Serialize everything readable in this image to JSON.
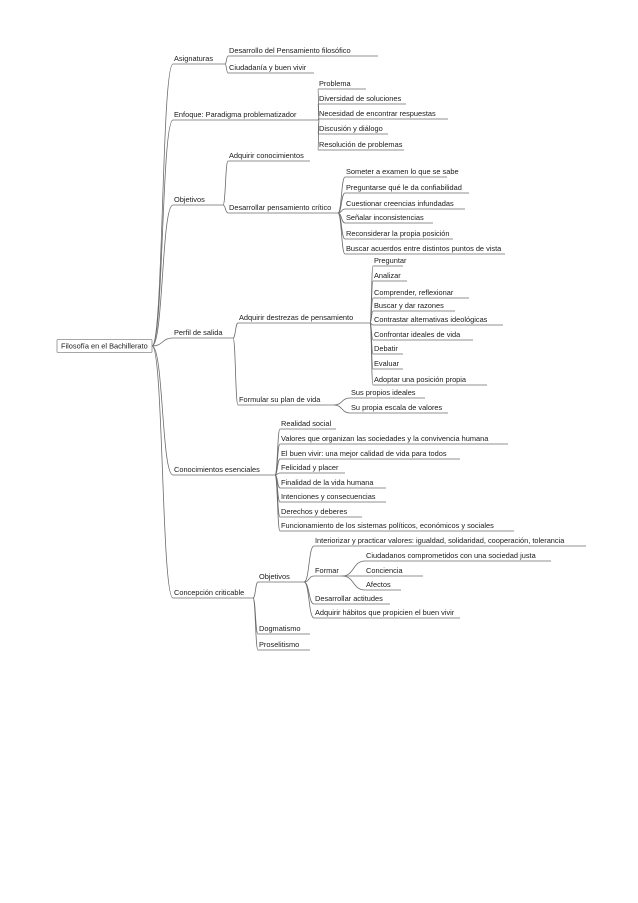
{
  "mindmap": {
    "root": "Filosofía en el Bachillerato",
    "branches": [
      {
        "label": "Asignaturas",
        "children": [
          {
            "label": "Desarrollo del Pensamiento filosófico"
          },
          {
            "label": "Ciudadanía y buen vivir"
          }
        ]
      },
      {
        "label": "Enfoque: Paradigma problematizador",
        "children": [
          {
            "label": "Problema"
          },
          {
            "label": "Diversidad de soluciones"
          },
          {
            "label": "Necesidad de encontrar respuestas"
          },
          {
            "label": "Discusión y diálogo"
          },
          {
            "label": "Resolución de problemas"
          }
        ]
      },
      {
        "label": "Objetivos",
        "children": [
          {
            "label": "Adquirir conocimientos"
          },
          {
            "label": "Desarrollar pensamiento crítico",
            "children": [
              {
                "label": "Someter a examen lo que se sabe"
              },
              {
                "label": "Preguntarse qué le da confiabilidad"
              },
              {
                "label": "Cuestionar creencias infundadas"
              },
              {
                "label": "Señalar inconsistencias"
              },
              {
                "label": "Reconsiderar la propia posición"
              },
              {
                "label": "Buscar acuerdos entre distintos puntos de vista"
              }
            ]
          }
        ]
      },
      {
        "label": "Perfil de salida",
        "children": [
          {
            "label": "Adquirir destrezas de pensamiento",
            "children": [
              {
                "label": "Preguntar"
              },
              {
                "label": "Analizar"
              },
              {
                "label": "Comprender, reflexionar"
              },
              {
                "label": "Buscar y dar razones"
              },
              {
                "label": "Contrastar alternativas ideológicas"
              },
              {
                "label": "Confrontar ideales de vida"
              },
              {
                "label": "Debatir"
              },
              {
                "label": "Evaluar"
              },
              {
                "label": "Adoptar una posición propia"
              }
            ]
          },
          {
            "label": "Formular su plan de vida",
            "children": [
              {
                "label": "Sus propios ideales"
              },
              {
                "label": "Su propia escala de valores"
              }
            ]
          }
        ]
      },
      {
        "label": "Conocimientos esenciales",
        "children": [
          {
            "label": "Realidad social"
          },
          {
            "label": "Valores que organizan las sociedades y la convivencia humana"
          },
          {
            "label": "El buen vivir: una mejor calidad de vida para todos"
          },
          {
            "label": "Felicidad y placer"
          },
          {
            "label": "Finalidad de la vida humana"
          },
          {
            "label": "Intenciones y consecuencias"
          },
          {
            "label": "Derechos y deberes"
          },
          {
            "label": "Funcionamiento de los sistemas políticos, económicos y sociales"
          }
        ]
      },
      {
        "label": "Concepción criticable",
        "children": [
          {
            "label": "Objetivos",
            "children": [
              {
                "label": "Interiorizar y practicar valores: igualdad, solidaridad, cooperación, tolerancia"
              },
              {
                "label": "Formar",
                "children": [
                  {
                    "label": "Ciudadanos comprometidos con una sociedad justa"
                  },
                  {
                    "label": "Conciencia"
                  },
                  {
                    "label": "Afectos"
                  }
                ]
              },
              {
                "label": "Desarrollar actitudes"
              },
              {
                "label": "Adquirir hábitos que propicien el buen vivir"
              }
            ]
          },
          {
            "label": "Dogmatismo"
          },
          {
            "label": "Proselitismo"
          }
        ]
      }
    ]
  }
}
